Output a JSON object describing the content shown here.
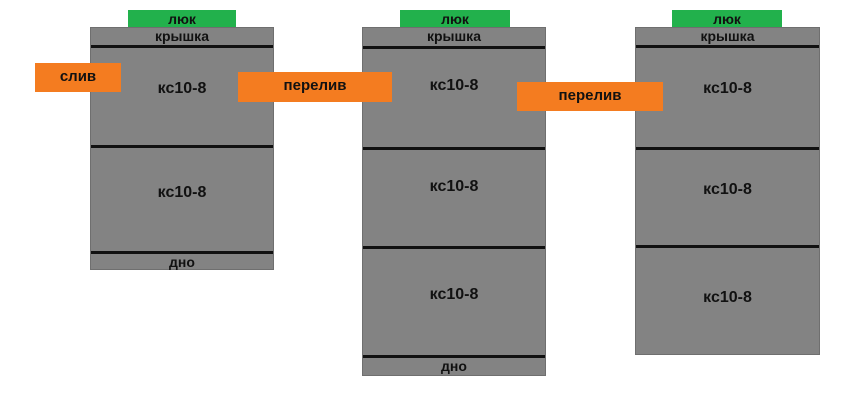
{
  "wells": [
    {
      "hatch": "люк",
      "cover": "крышка",
      "rings": [
        "кс10-8",
        "кс10-8"
      ],
      "bottom": "дно"
    },
    {
      "hatch": "люк",
      "cover": "крышка",
      "rings": [
        "кс10-8",
        "кс10-8",
        "кс10-8"
      ],
      "bottom": "дно"
    },
    {
      "hatch": "люк",
      "cover": "крышка",
      "rings": [
        "кс10-8",
        "кс10-8",
        "кс10-8"
      ]
    }
  ],
  "pipes": {
    "drain": "слив",
    "overflow_1": "перелив",
    "overflow_2": "перелив"
  },
  "colors": {
    "well": "#838383",
    "hatch": "#22b14c",
    "pipe": "#f47c20",
    "line": "#111111"
  }
}
